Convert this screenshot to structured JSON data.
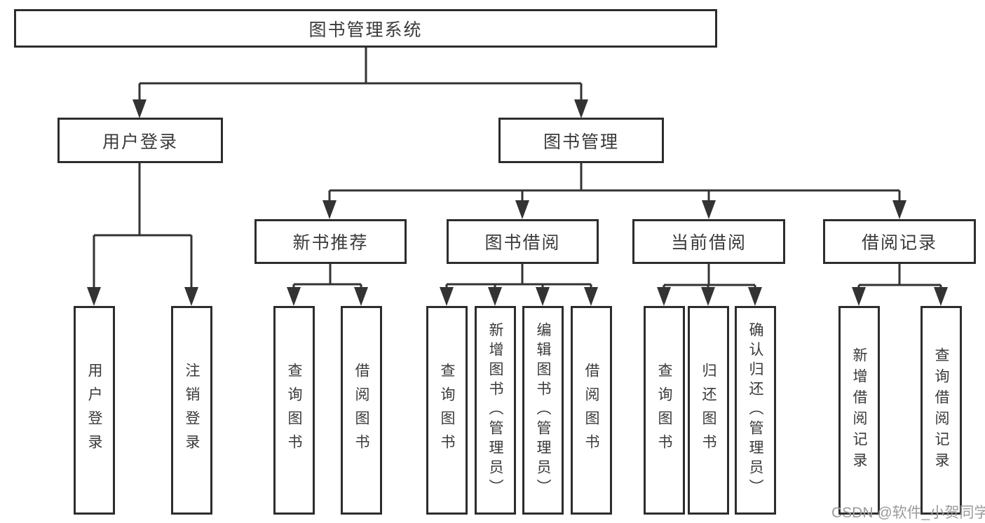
{
  "diagram": {
    "type": "hierarchy",
    "colors": {
      "background": "#ffffff",
      "line": "#333333",
      "border": "#2d2d2d",
      "text": "#3a3a3a",
      "watermark": "#9b9b9b"
    },
    "nodes": {
      "root": "图书管理系统",
      "user_login": "用户登录",
      "book_mgmt": "图书管理",
      "new_books": "新书推荐",
      "book_borrow": "图书借阅",
      "current_borrow": "当前借阅",
      "borrow_records": "借阅记录"
    },
    "leaves": {
      "user_login": [
        "用户登录",
        "注销登录"
      ],
      "new_books": [
        "查询图书",
        "借阅图书"
      ],
      "book_borrow": [
        "查询图书",
        "新增图书（管理员）",
        "编辑图书（管理员）",
        "借阅图书"
      ],
      "current_borrow": [
        "查询图书",
        "归还图书",
        "确认归还（管理员）"
      ],
      "borrow_records": [
        "新增借阅记录",
        "查询借阅记录"
      ]
    },
    "watermark": "CSDN @软件_小贺同学"
  }
}
